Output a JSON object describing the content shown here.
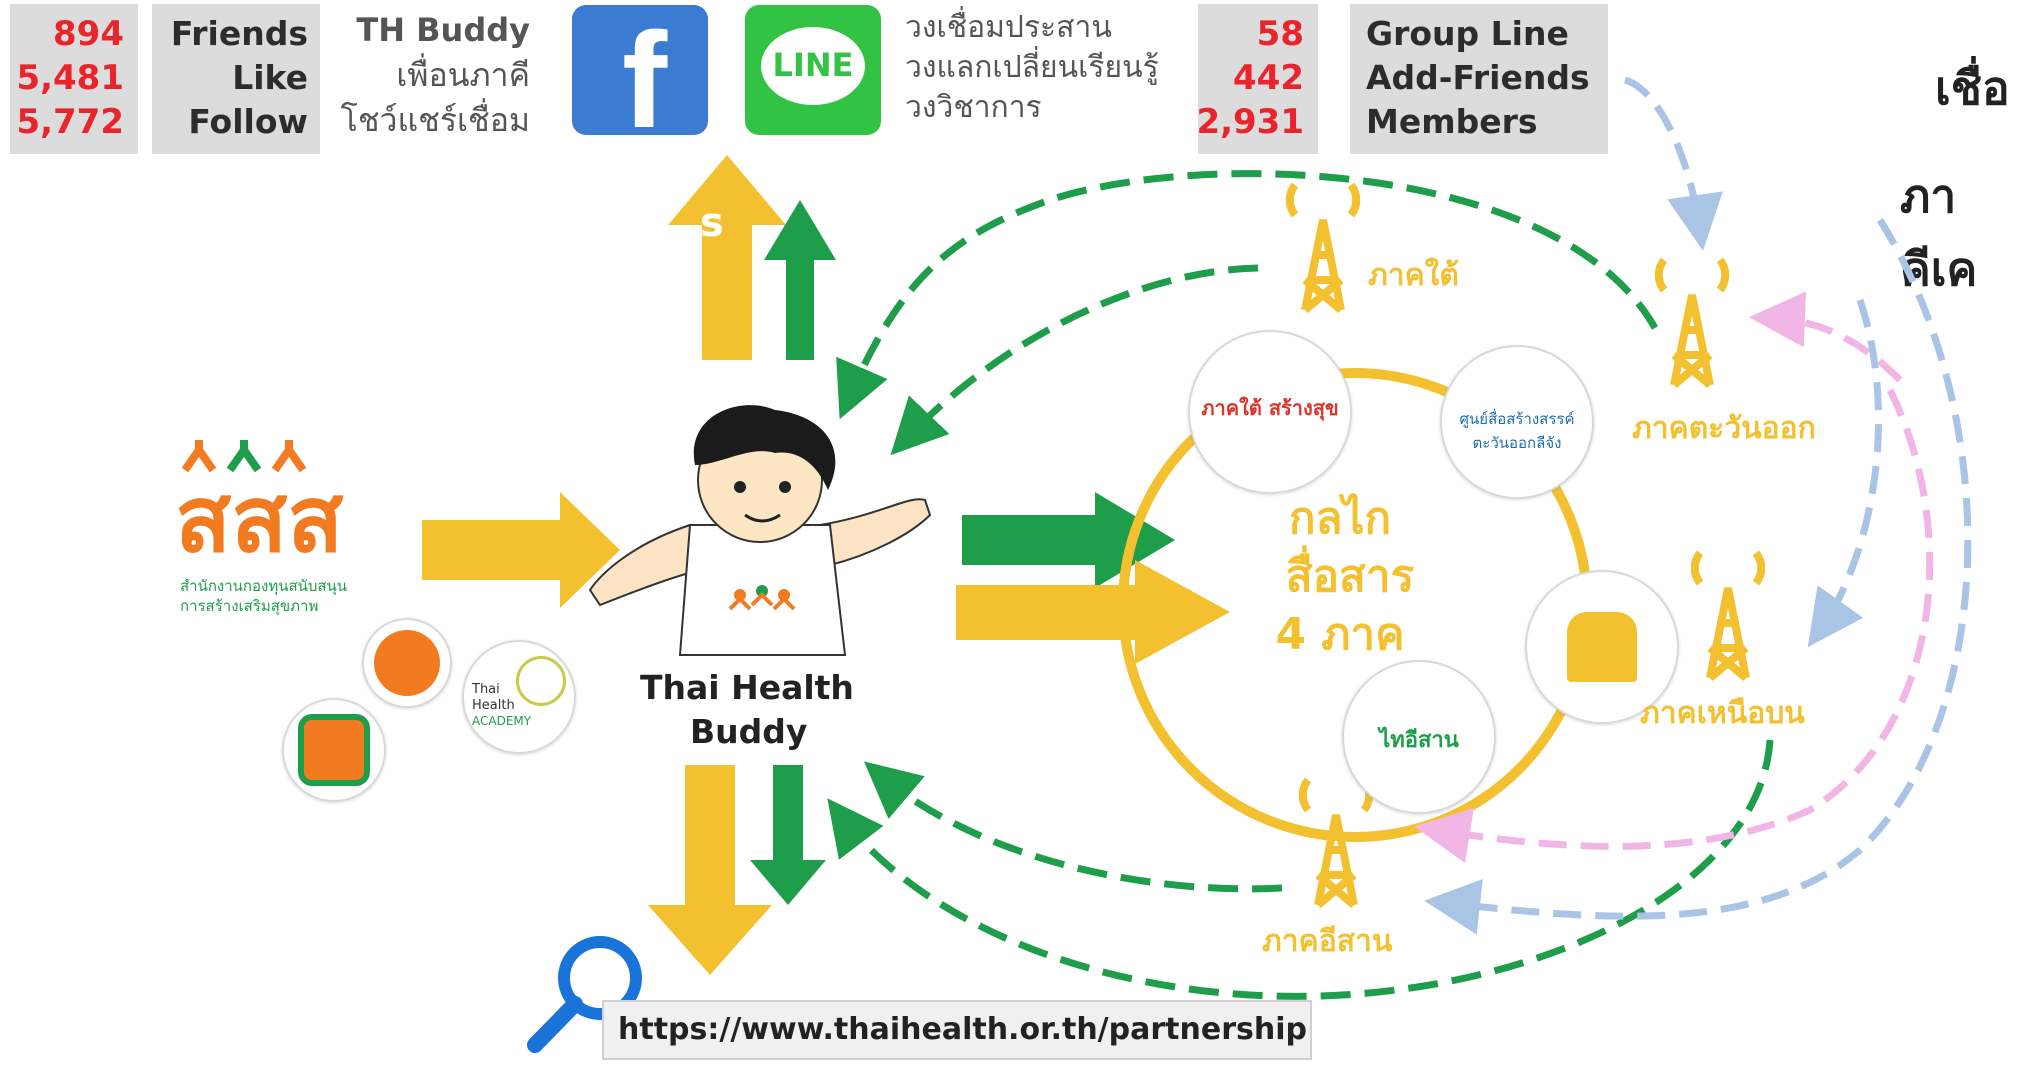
{
  "stats_left": [
    {
      "value": "894",
      "label": "Friends"
    },
    {
      "value": "5,481",
      "label": "Like"
    },
    {
      "value": "5,772",
      "label": "Follow"
    }
  ],
  "facebook_captions": [
    "TH Buddy",
    "เพื่อนภาคี",
    "โชว์แชร์เชื่อม"
  ],
  "line_captions": [
    "วงเชื่อมประสาน",
    "วงแลกเปลี่ยนเรียนรู้",
    "วงวิชาการ"
  ],
  "stats_right": [
    {
      "value": "58",
      "label": "Group Line"
    },
    {
      "value": "442",
      "label": "Add-Friends"
    },
    {
      "value": "2,931",
      "label": "Members"
    }
  ],
  "cut_text_1": "เชื่อ",
  "cut_text_2": "ภาคีเค",
  "cut_s": "s",
  "line_logo_text": "LINE",
  "fb_glyph": "f",
  "sss_logo": "สสส",
  "sss_caption_1": "สำนักงานกองทุนสนับสนุน",
  "sss_caption_2": "การสร้างเสริมสุขภาพ",
  "academy_text": [
    "Thai",
    "Health",
    "ACADEMY"
  ],
  "buddy_name": [
    "Thai Health",
    "Buddy"
  ],
  "center_text": [
    "กลไก",
    "สื่อสาร",
    "4 ภาค"
  ],
  "regions": {
    "south": "ภาคใต้",
    "east": "ภาคตะวันออก",
    "north": "ภาคเหนือบน",
    "northeast": "ภาคอีสาน"
  },
  "logo_texts": {
    "south_logo": "ภาคใต้ สร้างสุข",
    "east_logo": "ศูนย์สื่อสร้างสรรค์ ตะวันออกลีจัง",
    "isan_logo": "ไทอีสาน"
  },
  "url": "https://www.thaihealth.or.th/partnership",
  "colors": {
    "yellow": "#f3c130",
    "green": "#1e9e4a",
    "blue_dashed": "#a9c4e4",
    "pink_dashed": "#f1b6e6",
    "red_number": "#e8252c",
    "facebook": "#3b7bd1",
    "line": "#32c244"
  }
}
